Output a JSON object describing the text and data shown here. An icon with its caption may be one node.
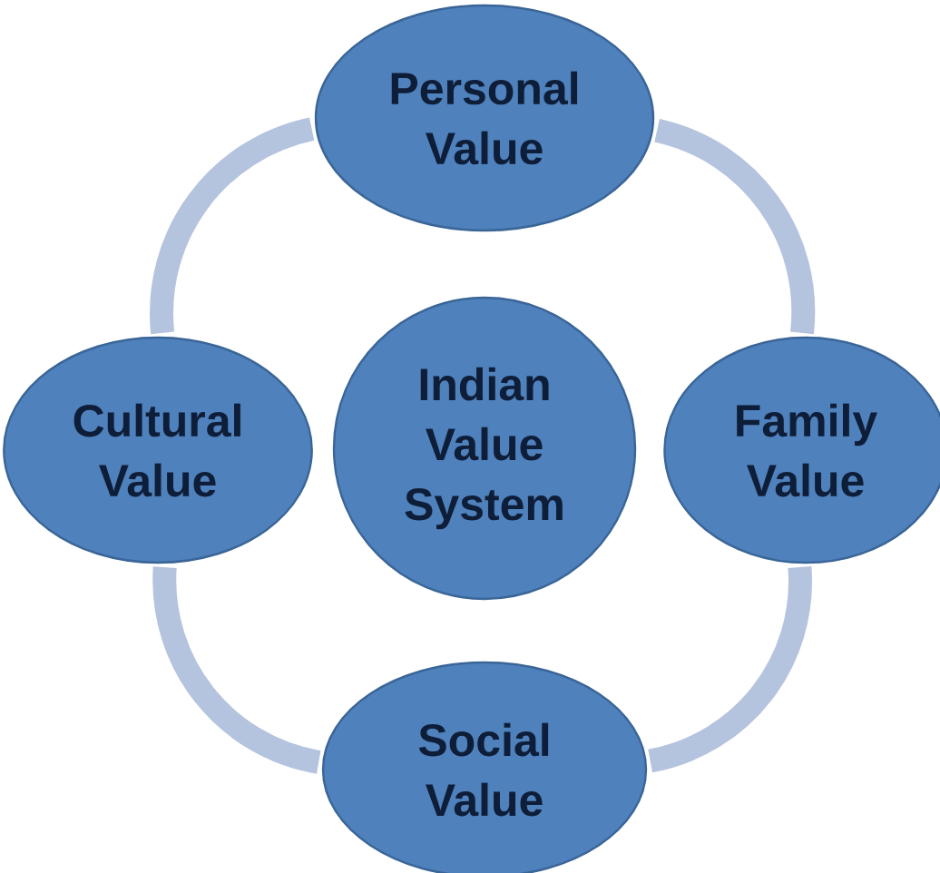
{
  "diagram": {
    "nodes": [
      {
        "text": [
          "Personal Value"
        ]
      },
      {
        "text": [
          "Cultural Value"
        ]
      },
      {
        "text": [
          "Indian Value System"
        ]
      },
      {
        "text": [
          "Family Value"
        ]
      },
      {
        "text": [
          "Social Value"
        ]
      }
    ],
    "edges": [
      {
        "from": 0,
        "to": 3,
        "arrow": "none"
      },
      {
        "from": 3,
        "to": 4,
        "arrow": "none"
      },
      {
        "from": 4,
        "to": 1,
        "arrow": "none"
      },
      {
        "from": 1,
        "to": 0,
        "arrow": "none"
      }
    ]
  }
}
